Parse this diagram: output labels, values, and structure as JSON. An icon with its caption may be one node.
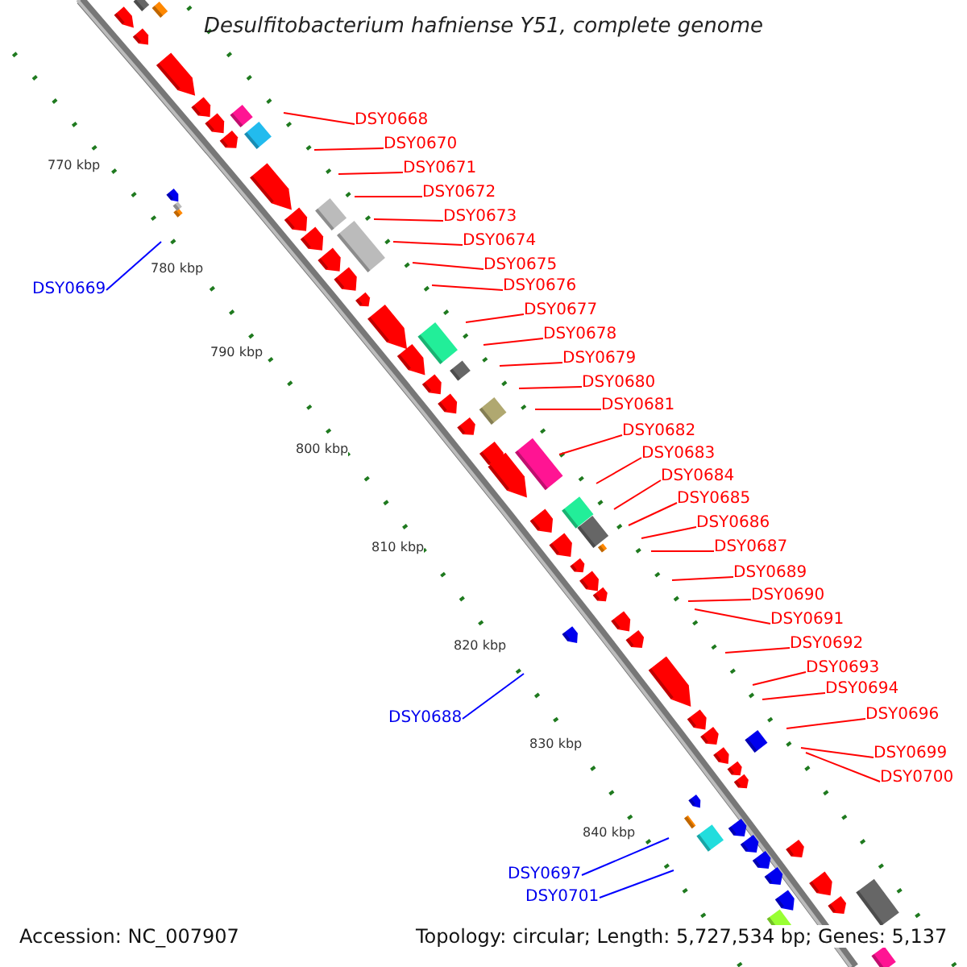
{
  "diagram": {
    "title": "Desulfitobacterium hafniense Y51, complete genome",
    "nodes": [
      {
        "text": [
          "DSY0668"
        ]
      },
      {
        "text": [
          "DSY0670"
        ]
      },
      {
        "text": [
          "DSY0671"
        ]
      },
      {
        "text": [
          "DSY0672"
        ]
      },
      {
        "text": [
          "DSY0673"
        ]
      },
      {
        "text": [
          "DSY0674"
        ]
      },
      {
        "text": [
          "DSY0675"
        ]
      },
      {
        "text": [
          "DSY0676"
        ]
      },
      {
        "text": [
          "DSY0669"
        ]
      },
      {
        "text": [
          "DSY0677"
        ]
      },
      {
        "text": [
          "DSY0678"
        ]
      },
      {
        "text": [
          "DSY0679"
        ]
      },
      {
        "text": [
          "DSY0680"
        ]
      },
      {
        "text": [
          "DSY0681"
        ]
      },
      {
        "text": [
          "DSY0682"
        ]
      },
      {
        "text": [
          "DSY0683"
        ]
      },
      {
        "text": [
          "DSY0684"
        ]
      },
      {
        "text": [
          "DSY0685"
        ]
      },
      {
        "text": [
          "DSY0686"
        ]
      },
      {
        "text": [
          "DSY0687"
        ]
      },
      {
        "text": [
          "DSY0689"
        ]
      },
      {
        "text": [
          "DSY0690"
        ]
      },
      {
        "text": [
          "DSY0691"
        ]
      },
      {
        "text": [
          "DSY0692"
        ]
      },
      {
        "text": [
          "DSY0693"
        ]
      },
      {
        "text": [
          "DSY0694"
        ]
      },
      {
        "text": [
          "DSY0696"
        ]
      },
      {
        "text": [
          "DSY0688"
        ]
      },
      {
        "text": [
          "DSY0699"
        ]
      },
      {
        "text": [
          "DSY0700"
        ]
      },
      {
        "text": [
          "DSY0697"
        ]
      },
      {
        "text": [
          "DSY0701"
        ]
      }
    ],
    "edges": [
      {
        "from": 0,
        "to": null,
        "arrow": "none"
      },
      {
        "from": 1,
        "to": null,
        "arrow": "none"
      },
      {
        "from": 2,
        "to": null,
        "arrow": "none"
      },
      {
        "from": 3,
        "to": null,
        "arrow": "none"
      },
      {
        "from": 4,
        "to": null,
        "arrow": "none"
      },
      {
        "from": 5,
        "to": null,
        "arrow": "none"
      },
      {
        "from": 6,
        "to": null,
        "arrow": "none"
      },
      {
        "from": 7,
        "to": null,
        "arrow": "none"
      },
      {
        "from": 8,
        "to": null,
        "arrow": "none",
        "color": "#0000ff"
      },
      {
        "from": 9,
        "to": null,
        "arrow": "none"
      },
      {
        "from": 10,
        "to": null,
        "arrow": "none"
      },
      {
        "from": 11,
        "to": null,
        "arrow": "none"
      },
      {
        "from": 12,
        "to": null,
        "arrow": "none"
      },
      {
        "from": 13,
        "to": null,
        "arrow": "none"
      },
      {
        "from": 14,
        "to": null,
        "arrow": "none"
      },
      {
        "from": 15,
        "to": null,
        "arrow": "none"
      },
      {
        "from": 16,
        "to": null,
        "arrow": "none"
      },
      {
        "from": 17,
        "to": null,
        "arrow": "none"
      },
      {
        "from": 18,
        "to": null,
        "arrow": "none"
      },
      {
        "from": 19,
        "to": null,
        "arrow": "none"
      },
      {
        "from": 20,
        "to": null,
        "arrow": "none"
      },
      {
        "from": 21,
        "to": null,
        "arrow": "none"
      },
      {
        "from": 22,
        "to": null,
        "arrow": "none"
      },
      {
        "from": 23,
        "to": null,
        "arrow": "none"
      },
      {
        "from": 24,
        "to": null,
        "arrow": "none"
      },
      {
        "from": 25,
        "to": null,
        "arrow": "none"
      },
      {
        "from": 26,
        "to": null,
        "arrow": "none"
      },
      {
        "from": 27,
        "to": null,
        "arrow": "none",
        "color": "#0000ff"
      },
      {
        "from": 28,
        "to": null,
        "arrow": "none"
      },
      {
        "from": 29,
        "to": null,
        "arrow": "none"
      },
      {
        "from": 30,
        "to": null,
        "arrow": "none",
        "color": "#0000ff"
      },
      {
        "from": 31,
        "to": null,
        "arrow": "none",
        "color": "#0000ff"
      }
    ],
    "labels": [
      "770 kbp",
      "780 kbp",
      "790 kbp",
      "800 kbp",
      "810 kbp",
      "820 kbp",
      "830 kbp",
      "840 kbp",
      "Accession: NC_007907",
      "Topology: circular; Length: 5,727,534 bp; Genes: 5,137"
    ]
  }
}
